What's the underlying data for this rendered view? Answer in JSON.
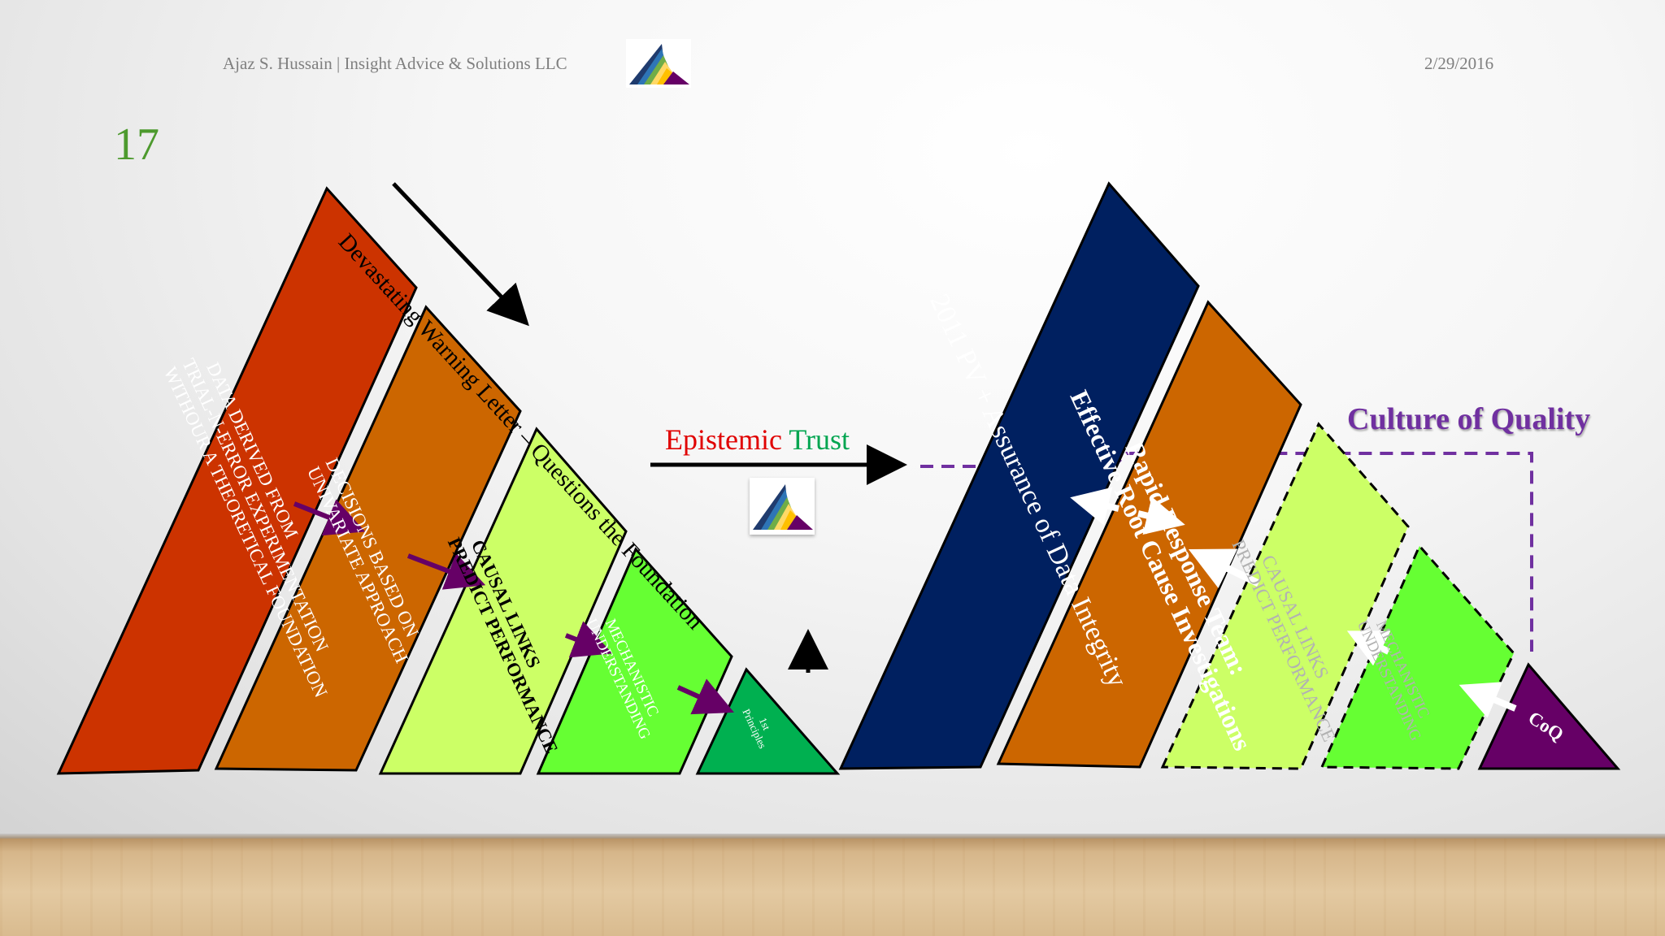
{
  "header": {
    "author": "Ajaz S. Hussain | Insight Advice & Solutions LLC",
    "date": "2/29/2016"
  },
  "slide_number": "17",
  "left_pyramid": {
    "layers": [
      {
        "lines": [
          "DATA DERIVED FROM",
          "TRIAL-N-ERROR EXPERIMENTATION",
          "WITHOUR A THEORETICAL FOUNDATION"
        ],
        "color": "#cc3300"
      },
      {
        "lines": [
          "DECISIONS BASED ON",
          "UNIVARIATE APPROACH"
        ],
        "color": "#cc6600"
      },
      {
        "lines": [
          "CAUSAL LINKS",
          "PREDICT PERFORMANCE"
        ],
        "color": "#ccff66"
      },
      {
        "lines": [
          "MECHANISTIC",
          "UNDERSTANDING"
        ],
        "color": "#66ff33"
      },
      {
        "lines": [
          "1st",
          "Principles"
        ],
        "color": "#00b050"
      }
    ],
    "warning_label": "Devastating Warning Letter – Questions the Foundation"
  },
  "epistemic_trust": {
    "word1": "Epistemic",
    "word2": "Trust",
    "word1_color": "#e00000",
    "word2_color": "#00a550"
  },
  "right_pyramid": {
    "layers": [
      {
        "lines": [
          "2011 PV + Assurance of Data Integrity"
        ],
        "color": "#002060"
      },
      {
        "lines": [
          "Rapid Response Team:",
          "Effective Root Cause Investigations"
        ],
        "color": "#cc6600"
      },
      {
        "lines": [
          "CAUSAL LINKS",
          "PREDICT PERFORMANCE"
        ],
        "color": "#ccff66"
      },
      {
        "lines": [
          "MECHANISTIC",
          "UNDERSTANDING"
        ],
        "color": "#66ff33"
      },
      {
        "lines": [
          "CoQ"
        ],
        "color": "#660066"
      }
    ],
    "culture_label": "Culture of Quality",
    "culture_color": "#7030a0"
  },
  "logo_icon": "triangle-stripes-logo"
}
